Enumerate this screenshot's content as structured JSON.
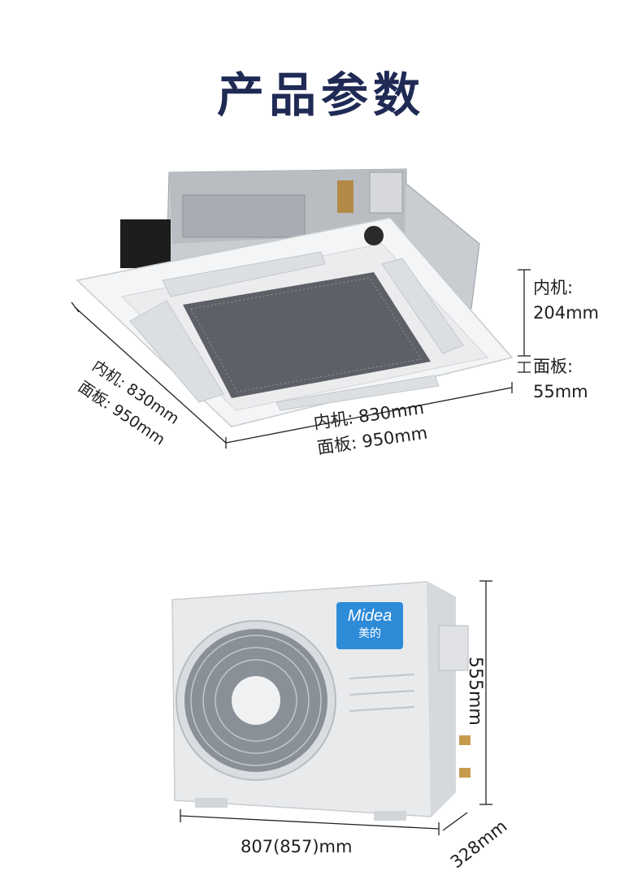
{
  "page_title": "产品参数",
  "indoor": {
    "height_label": "内机:",
    "height_value": "204mm",
    "panel_label": "面板:",
    "panel_value": "55mm",
    "front_width_line1": "内机: 830mm",
    "front_width_line2": "面板: 950mm",
    "side_depth_line1": "内机: 830mm",
    "side_depth_line2": "面板: 950mm"
  },
  "outdoor": {
    "brand": "Midea",
    "brand_cn": "美的",
    "height": "555mm",
    "width": "807(857)mm",
    "depth": "328mm"
  },
  "colors": {
    "title": "#1f2a55",
    "logo": "#2d8bd8"
  }
}
